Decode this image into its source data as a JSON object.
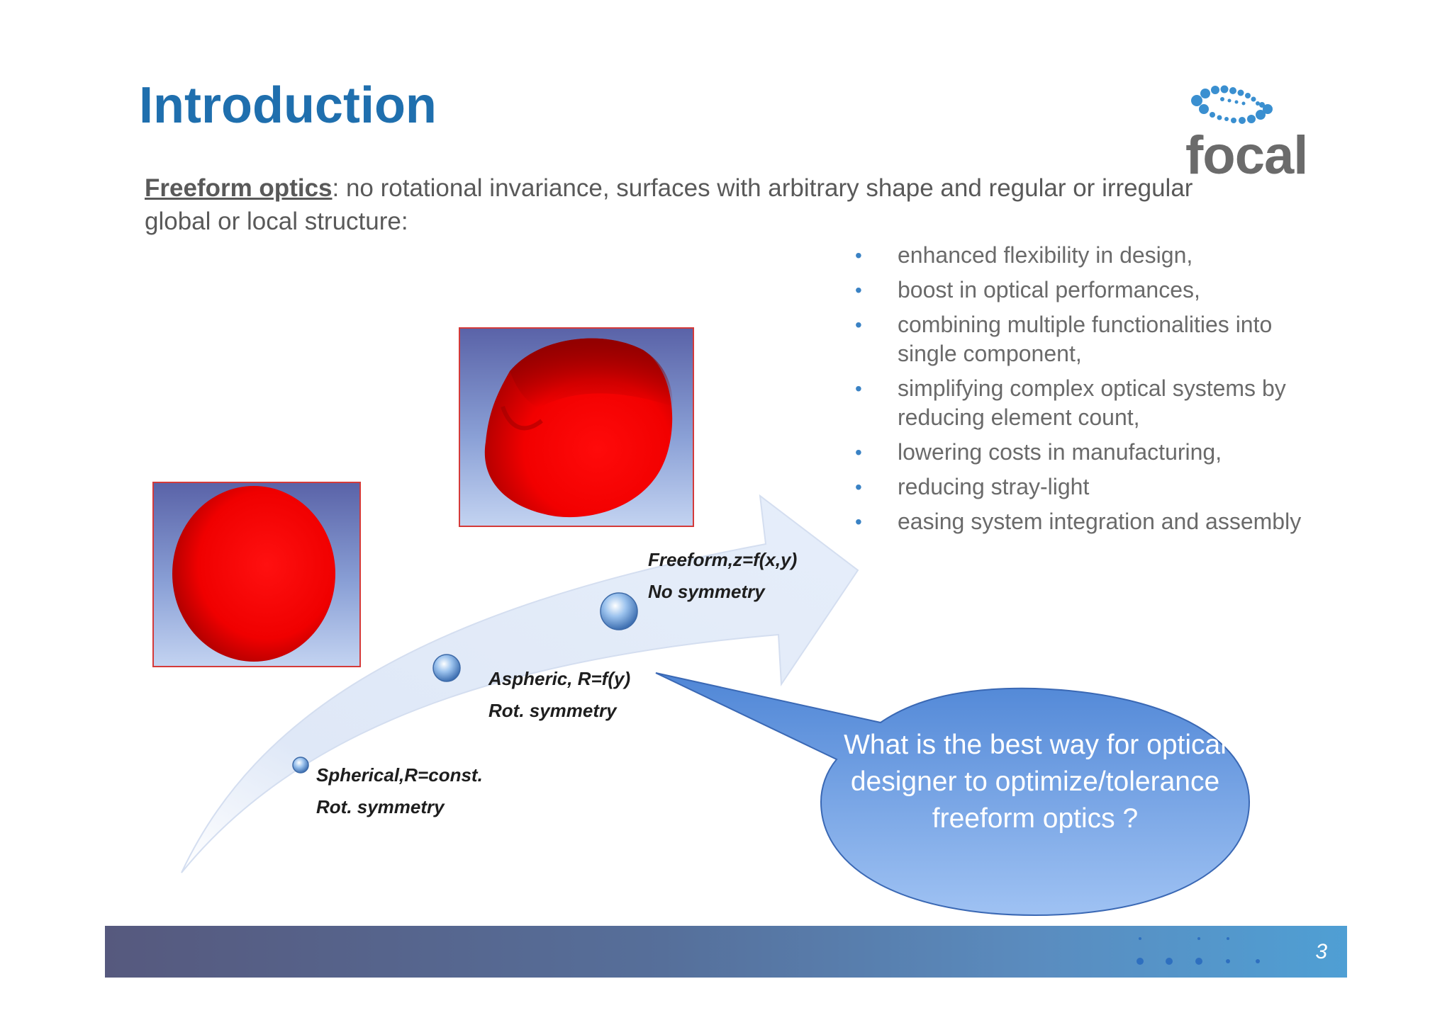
{
  "title": "Introduction",
  "logo": {
    "text": "focal"
  },
  "intro": {
    "term": "Freeform optics",
    "text": ":  no rotational invariance, surfaces with arbitrary shape and regular or irregular global or local structure:"
  },
  "bullets": [
    "enhanced flexibility in design,",
    "boost in optical performances,",
    "combining multiple functionalities into single component,",
    "simplifying complex optical systems by reducing element count,",
    " lowering costs in manufacturing,",
    "reducing stray-light",
    "easing system integration and assembly"
  ],
  "stages": [
    {
      "line1": "Spherical,R=const.",
      "line2": "Rot. symmetry"
    },
    {
      "line1": "Aspheric, R=f(y)",
      "line2": "Rot. symmetry"
    },
    {
      "line1": "Freeform,z=f(x,y)",
      "line2": "No symmetry"
    }
  ],
  "callout": "What is the best way for optical designer to optimize/tolerance freeform optics ?",
  "page_number": "3",
  "colors": {
    "title": "#1f6fae",
    "bullet": "#3a82c4",
    "surface": "#ff0000",
    "callout_fill": "#6fa0e6"
  }
}
